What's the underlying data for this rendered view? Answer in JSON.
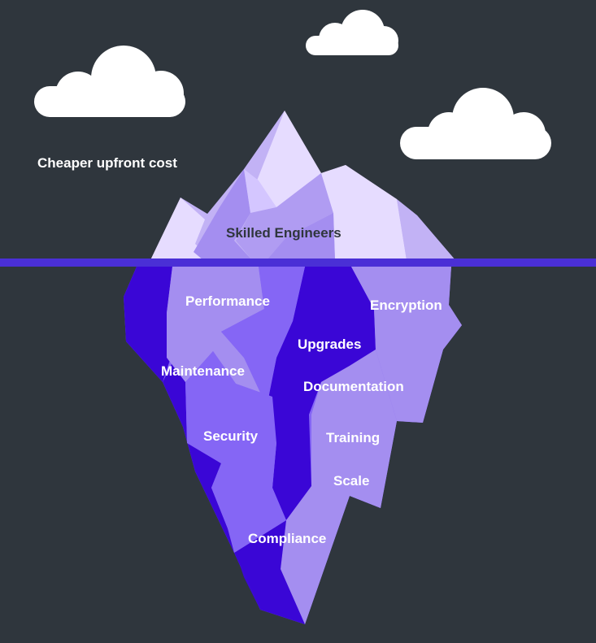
{
  "above_label": "Cheaper upfront cost",
  "tip_label": "Skilled Engineers",
  "hidden_labels": {
    "performance": "Performance",
    "encryption": "Encryption",
    "upgrades": "Upgrades",
    "maintenance": "Maintenance",
    "documentation": "Documentation",
    "security": "Security",
    "training": "Training",
    "scale": "Scale",
    "compliance": "Compliance"
  },
  "colors": {
    "background": "#2f363d",
    "waterline": "#4a2fd6",
    "cloud": "#ffffff",
    "ice_light": "#e6dcff",
    "ice_mid": "#c2b2f5",
    "ice_violet": "#a48ef0",
    "ice_purple": "#8566f5",
    "ice_deep": "#3a06d6"
  }
}
